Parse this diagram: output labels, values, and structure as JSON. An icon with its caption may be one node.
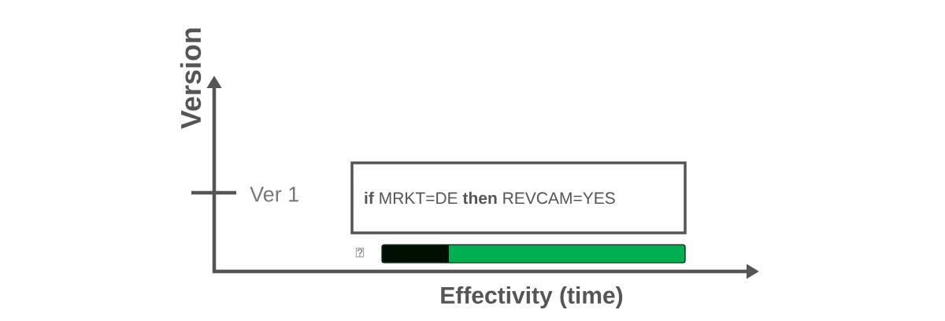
{
  "diagram": {
    "nodes": [
      {
        "text": [
          "**if** MRKT=DE **then** REVCAM=YES"
        ]
      },
      {
        "text": [],
        "shape": "bar"
      }
    ],
    "labels": [
      "Version",
      "Ver 1",
      "?",
      "Effectivity (time)"
    ]
  }
}
